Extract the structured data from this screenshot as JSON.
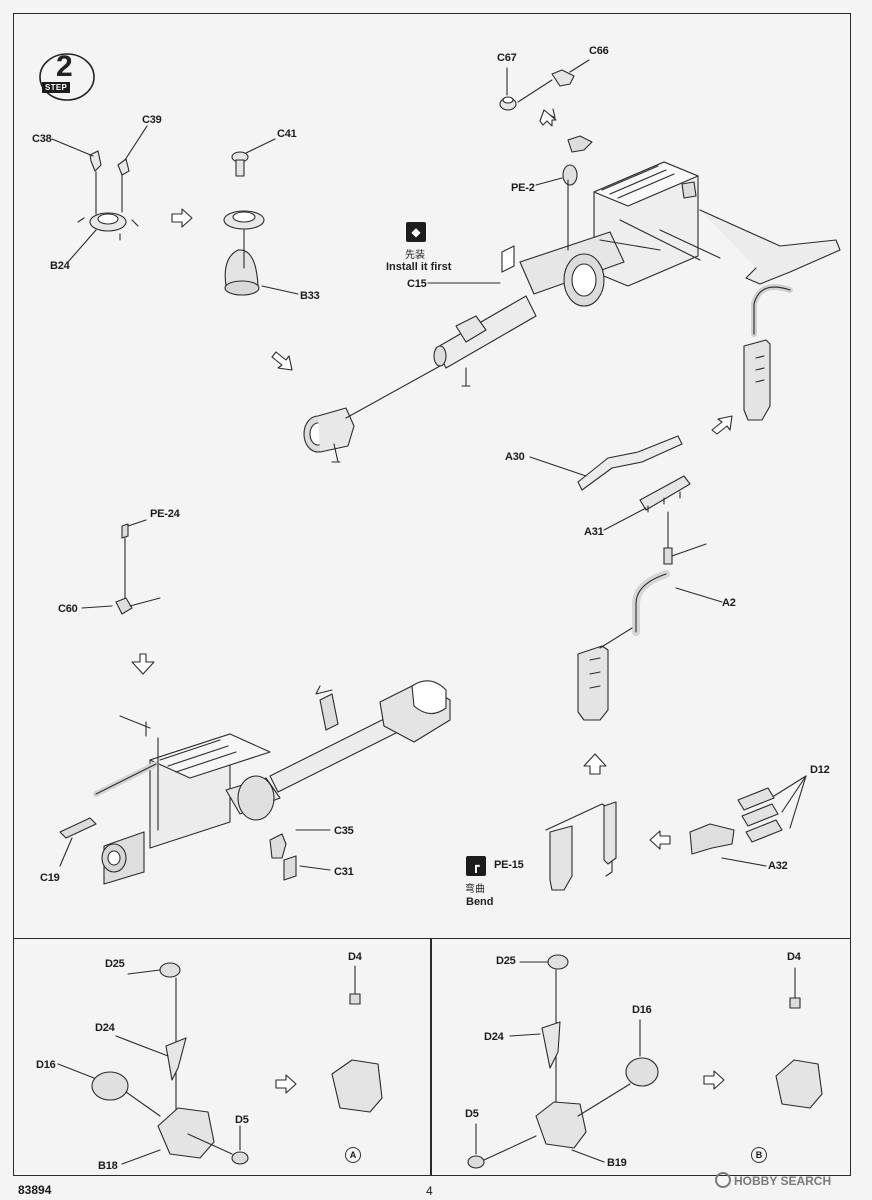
{
  "step": {
    "number": "2",
    "word": "STEP"
  },
  "notes": {
    "install": {
      "cn": "先装",
      "en": "Install it first"
    },
    "bend": {
      "cn": "弯曲",
      "en": "Bend"
    }
  },
  "labels": {
    "c67": "C67",
    "c66": "C66",
    "c38": "C38",
    "c39": "C39",
    "c41": "C41",
    "b24": "B24",
    "b33": "B33",
    "pe2": "PE-2",
    "c15": "C15",
    "a30": "A30",
    "a31": "A31",
    "a2": "A2",
    "pe24": "PE-24",
    "c60": "C60",
    "d12": "D12",
    "a32": "A32",
    "pe15": "PE-15",
    "c35": "C35",
    "c31": "C31",
    "c19": "C19",
    "a_d25": "D25",
    "a_d4": "D4",
    "a_d24": "D24",
    "a_d16": "D16",
    "a_d5": "D5",
    "a_b18": "B18",
    "b_d25": "D25",
    "b_d4": "D4",
    "b_d24": "D24",
    "b_d16": "D16",
    "b_d5": "D5",
    "b_b19": "B19"
  },
  "subassemblies": {
    "a": "A",
    "b": "B"
  },
  "footer": {
    "code": "83894",
    "page": "4",
    "watermark": "HOBBY SEARCH"
  }
}
